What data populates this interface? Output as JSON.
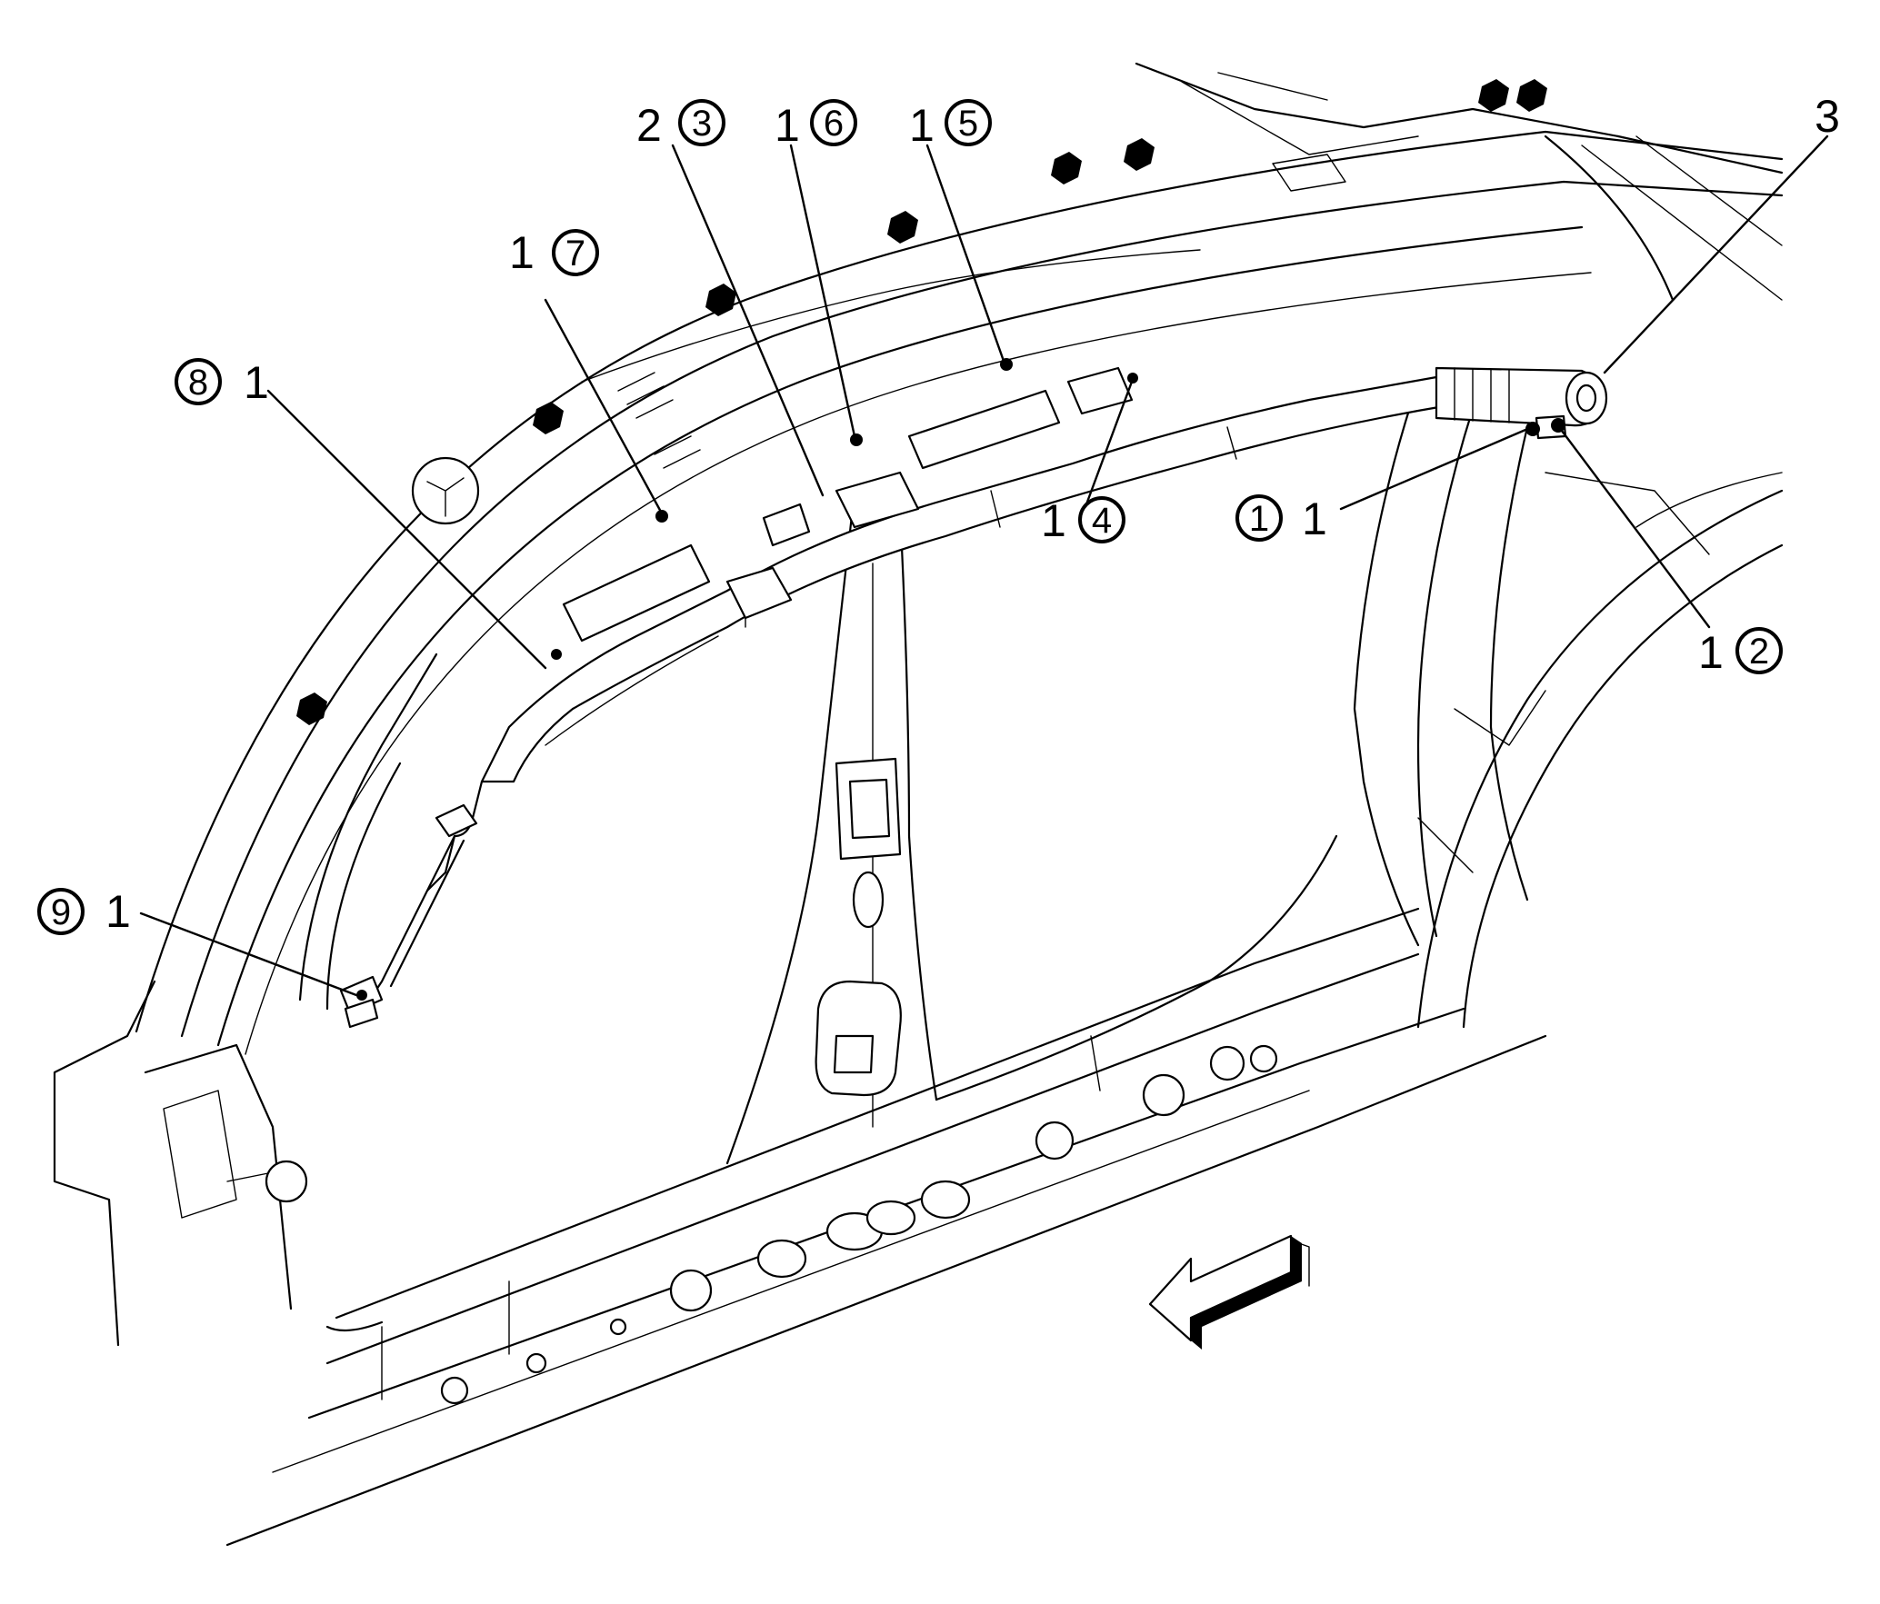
{
  "callouts": [
    {
      "id": "c1",
      "qty": "1",
      "circled": "1"
    },
    {
      "id": "c2",
      "qty": "1",
      "circled": "2"
    },
    {
      "id": "c3",
      "qty": "2",
      "circled": "3"
    },
    {
      "id": "c4",
      "qty": "1",
      "circled": "4"
    },
    {
      "id": "c5",
      "qty": "1",
      "circled": "5"
    },
    {
      "id": "c6",
      "qty": "1",
      "circled": "6"
    },
    {
      "id": "c7",
      "qty": "1",
      "circled": "7"
    },
    {
      "id": "c8",
      "qty": "1",
      "circled": "8"
    },
    {
      "id": "c9",
      "qty": "1",
      "circled": "9"
    }
  ],
  "label_3": "3",
  "direction_arrow": "forward-arrow-icon"
}
